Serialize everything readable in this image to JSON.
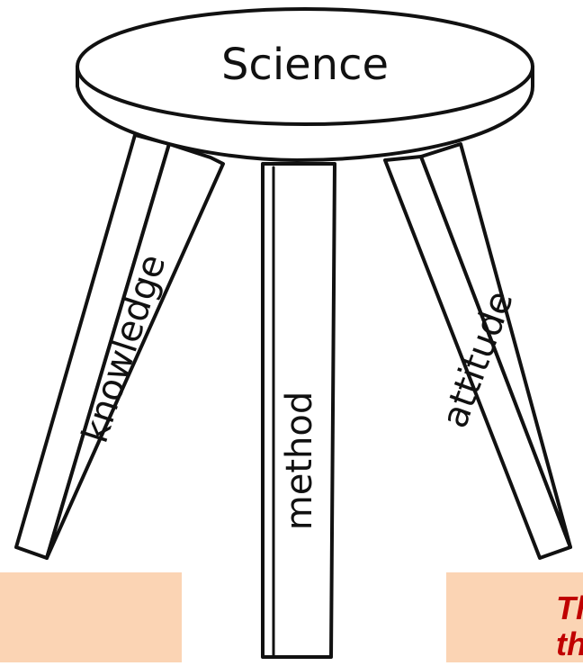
{
  "diagram": {
    "seat_label": "Science",
    "legs": [
      {
        "id": "knowledge",
        "label": "knowledge"
      },
      {
        "id": "method",
        "label": "method"
      },
      {
        "id": "attitude",
        "label": "attitude"
      }
    ]
  },
  "overlay": {
    "caption": "Th\nth"
  },
  "colors": {
    "panel": "#fbd4b4",
    "caption_text": "#c00000",
    "ink": "#111111",
    "background": "#ffffff"
  }
}
